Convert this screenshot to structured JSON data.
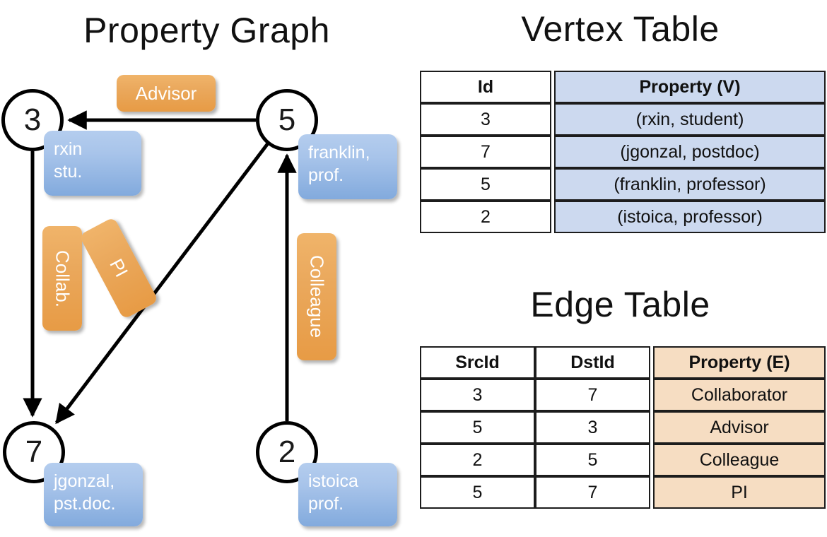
{
  "titles": {
    "property_graph": "Property Graph",
    "vertex_table": "Vertex Table",
    "edge_table": "Edge Table"
  },
  "graph": {
    "nodes": [
      {
        "id": "3",
        "label": "3",
        "property": "rxin\nstu."
      },
      {
        "id": "5",
        "label": "5",
        "property": "franklin,\nprof."
      },
      {
        "id": "7",
        "label": "7",
        "property": "jgonzal,\npst.doc."
      },
      {
        "id": "2",
        "label": "2",
        "property": "istoica\nprof."
      }
    ],
    "node_properties": {
      "rxin_line1": "rxin",
      "rxin_line2": "stu.",
      "franklin_line1": "franklin,",
      "franklin_line2": "prof.",
      "jgonzal_line1": "jgonzal,",
      "jgonzal_line2": "pst.doc.",
      "istoica_line1": "istoica",
      "istoica_line2": "prof."
    },
    "edge_labels": {
      "advisor": "Advisor",
      "collab": "Collab.",
      "pi": "PI",
      "colleague": "Colleague"
    },
    "edges": [
      {
        "from": "5",
        "to": "3",
        "label": "Advisor"
      },
      {
        "from": "3",
        "to": "7",
        "label": "Collab."
      },
      {
        "from": "5",
        "to": "7",
        "label": "PI"
      },
      {
        "from": "2",
        "to": "5",
        "label": "Colleague"
      }
    ]
  },
  "vertex_table": {
    "headers": {
      "id": "Id",
      "property": "Property (V)"
    },
    "rows": [
      {
        "id": "3",
        "property": "(rxin, student)"
      },
      {
        "id": "7",
        "property": "(jgonzal, postdoc)"
      },
      {
        "id": "5",
        "property": "(franklin, professor)"
      },
      {
        "id": "2",
        "property": "(istoica, professor)"
      }
    ]
  },
  "edge_table": {
    "headers": {
      "src": "SrcId",
      "dst": "DstId",
      "property": "Property (E)"
    },
    "rows": [
      {
        "src": "3",
        "dst": "7",
        "property": "Collaborator"
      },
      {
        "src": "5",
        "dst": "3",
        "property": "Advisor"
      },
      {
        "src": "2",
        "dst": "5",
        "property": "Colleague"
      },
      {
        "src": "5",
        "dst": "7",
        "property": "PI"
      }
    ]
  },
  "colors": {
    "vertex_property_fill": "#ccd9ef",
    "edge_property_fill": "#f6ddc2",
    "node_box_blue": "#8fb3e3",
    "edge_label_orange": "#eaa85c",
    "stroke": "#000000",
    "background": "#ffffff"
  }
}
